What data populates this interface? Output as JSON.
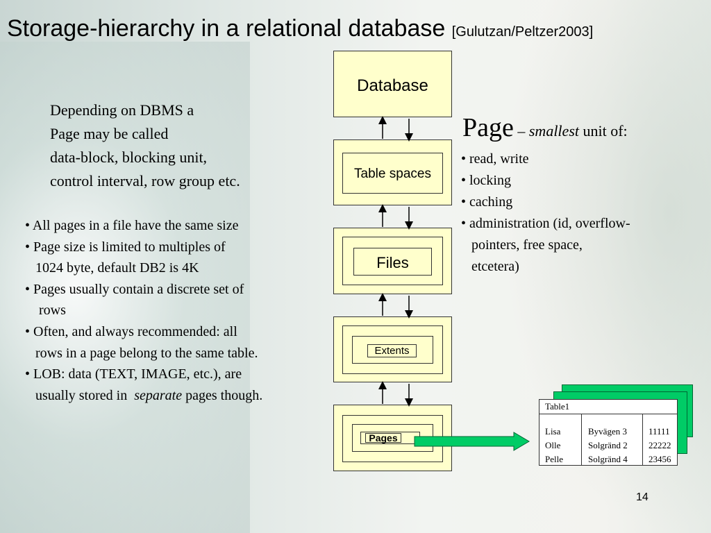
{
  "slide": {
    "title": "Storage-hierarchy in a relational database",
    "citation": "[Gulutzan/Peltzer2003]",
    "page_number": "14"
  },
  "intro_lines": [
    "Depending on DBMS a",
    "Page may be called",
    "data-block, blocking unit,",
    "control interval, row group etc."
  ],
  "bullet_lines": [
    "• All pages in a file have the same size",
    "• Page size is limited to multiples of",
    "   1024 byte, default DB2 is 4K",
    "• Pages usually contain a discrete set of",
    "    rows",
    "• Often, and always recommended: all",
    "   rows in a page belong to the same table.",
    "• LOB: data (TEXT, IMAGE, etc.), are",
    "   usually stored in  "
  ],
  "lob_emphasis": "separate",
  "lob_tail": " pages though.",
  "hierarchy": {
    "levels": [
      "Database",
      "Table spaces",
      "Files",
      "Extents",
      "Pages"
    ]
  },
  "page_definition": {
    "heading": "Page",
    "dash": " – ",
    "emphasis": "smallest",
    "rest": " unit of:",
    "items": [
      "• read, write",
      "• locking",
      "• caching",
      "• administration (id, overflow-",
      "   pointers, free space,",
      "   etcetera)"
    ]
  },
  "table_sample": {
    "name": "Table1",
    "rows": [
      [
        "Lisa",
        "Byvägen 3",
        "11111"
      ],
      [
        "Olle",
        "Solgränd 2",
        "22222"
      ],
      [
        "Pelle",
        "Solgränd 4",
        "23456"
      ]
    ]
  },
  "colors": {
    "box_fill": "#ffffcc",
    "sheet_green": "#00cc66",
    "arrow_green": "#00cc66"
  }
}
